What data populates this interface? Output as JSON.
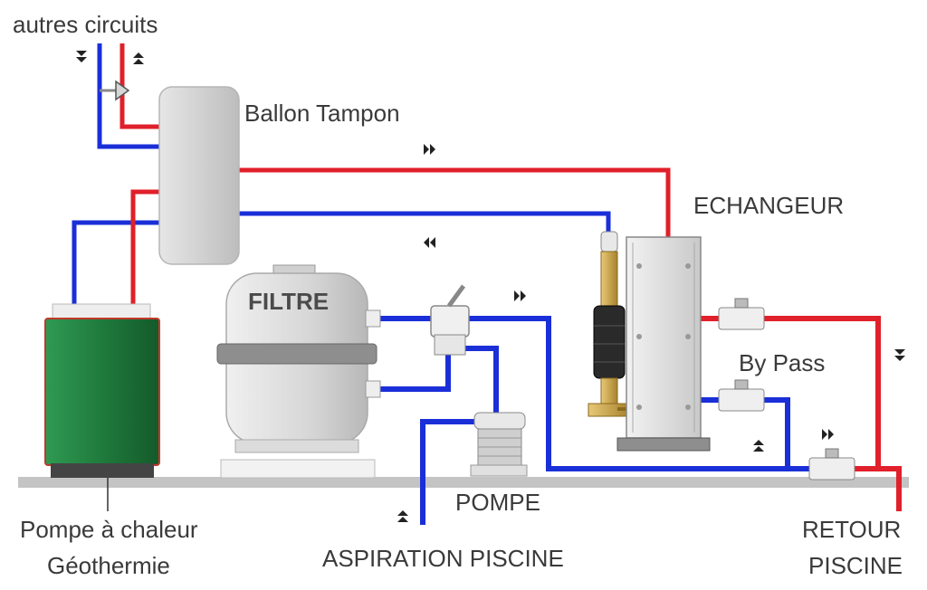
{
  "labels": {
    "autres_circuits": "autres circuits",
    "ballon_tampon": "Ballon Tampon",
    "echangeur": "ECHANGEUR",
    "filtre": "FILTRE",
    "by_pass": "By Pass",
    "pompe": "POMPE",
    "aspiration_piscine": "ASPIRATION PISCINE",
    "pompe_a_chaleur_line1": "Pompe à chaleur",
    "pompe_a_chaleur_line2": "Géothermie",
    "retour_piscine_line1": "RETOUR",
    "retour_piscine_line2": "PISCINE"
  },
  "colors": {
    "hot_pipe": "#e0202a",
    "cold_pipe": "#1a2fd8",
    "tank": "#cfcfcf",
    "heat_pump": "#1f7a3c",
    "brass": "#c8a24a",
    "floor": "#c4c4c4"
  },
  "icons": {
    "flow_arrow": "double-triangle-arrow",
    "valve": "gate-valve"
  }
}
